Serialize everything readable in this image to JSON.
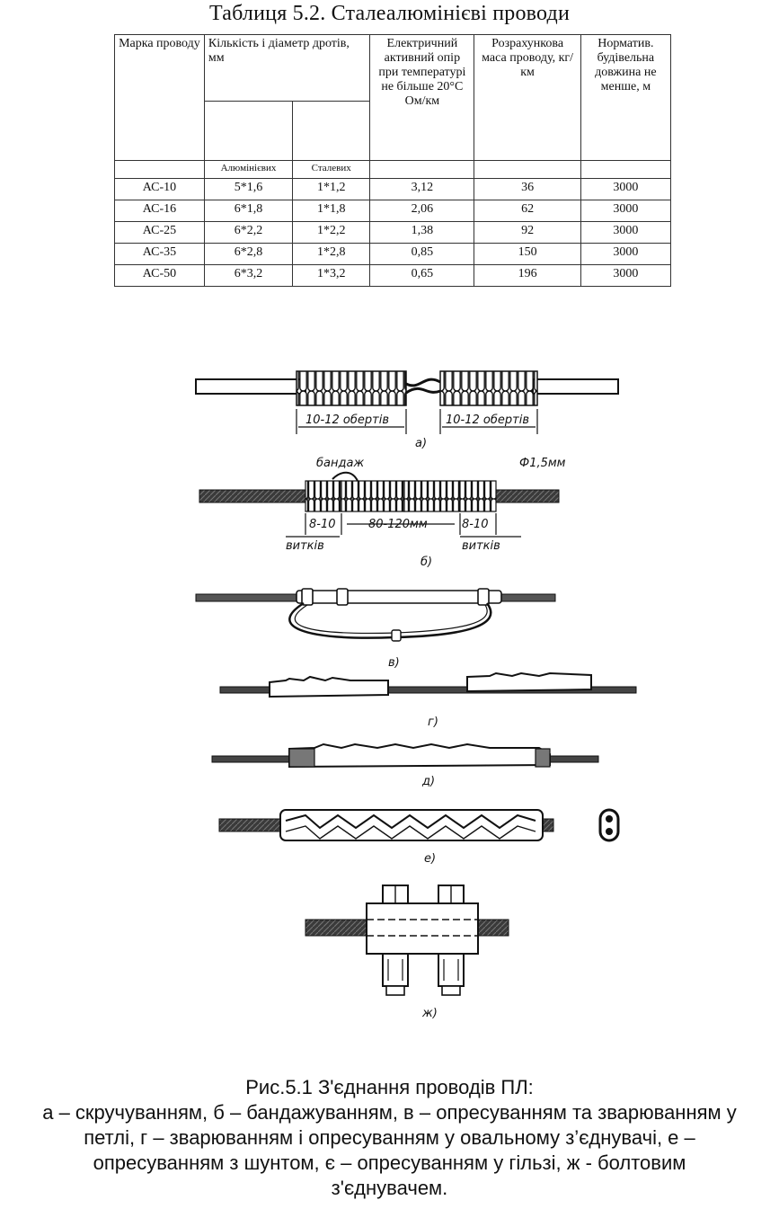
{
  "table": {
    "title": "Таблиця 5.2. Сталеалюмінієві проводи",
    "headers": {
      "brand": "Марка проводу",
      "wires": "Кількість і діаметр дротів, мм",
      "resistance": "Електричний активний опір при температурі не більше 20°С Ом/км",
      "mass": "Розрахункова маса проводу, кг/км",
      "length": "Норматив. будівельна довжина не менше, м",
      "aluminium": "Алюмінієвих",
      "steel": "Сталевих"
    },
    "rows": [
      {
        "brand": "АС-10",
        "al": "5*1,6",
        "st": "1*1,2",
        "res": "3,12",
        "mass": "36",
        "len": "3000"
      },
      {
        "brand": "АС-16",
        "al": "6*1,8",
        "st": "1*1,8",
        "res": "2,06",
        "mass": "62",
        "len": "3000"
      },
      {
        "brand": "АС-25",
        "al": "6*2,2",
        "st": "1*2,2",
        "res": "1,38",
        "mass": "92",
        "len": "3000"
      },
      {
        "brand": "АС-35",
        "al": "6*2,8",
        "st": "1*2,8",
        "res": "0,85",
        "mass": "150",
        "len": "3000"
      },
      {
        "brand": "АС-50",
        "al": "6*3,2",
        "st": "1*3,2",
        "res": "0,65",
        "mass": "196",
        "len": "3000"
      }
    ]
  },
  "figure": {
    "label_a_left": "10-12 обертів",
    "label_a_right": "10-12 обертів",
    "letter_a": "а)",
    "label_bandage": "бандаж",
    "label_diameter": "Ф1,5мм",
    "label_b_left_num": "8-10",
    "label_b_left_word": "витків",
    "label_b_mid": "80-120мм",
    "label_b_right_num": "8-10",
    "label_b_right_word": "витків",
    "letter_b": "б)",
    "letter_v": "в)",
    "letter_g": "г)",
    "letter_d": "д)",
    "letter_e": "е)",
    "letter_zh": "ж)"
  },
  "caption": {
    "line1": "Рис.5.1 З'єднання проводів ПЛ:",
    "line2": "а – скручуванням, б – бандажуванням, в – опресуванням та зварюванням у",
    "line3": "петлі, г – зварюванням і опресуванням у овальному з’єднувачі, е –",
    "line4": "опресуванням з шунтом, є – опресуванням у гільзі, ж - болтовим",
    "line5": "з'єднувачем."
  }
}
